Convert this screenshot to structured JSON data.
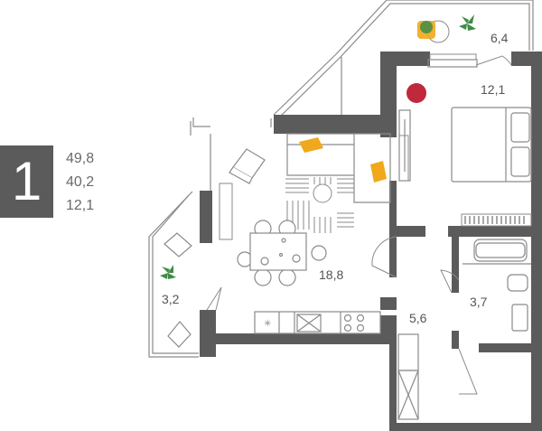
{
  "unit": {
    "rooms": "1"
  },
  "areas": {
    "total": "49,8",
    "living": "40,2",
    "kitchen": "12,1"
  },
  "rooms": {
    "balcony_top": "6,4",
    "bedroom": "12,1",
    "living_kitchen": "18,8",
    "balcony_left": "3,2",
    "hallway": "5,6",
    "bathroom": "3,7"
  },
  "colors": {
    "wall": "#5b5b5b",
    "accent_red": "#c0283c",
    "accent_orange": "#f0a81c",
    "plant_green": "#3f8c46",
    "furniture_line": "#8a8a8a"
  }
}
